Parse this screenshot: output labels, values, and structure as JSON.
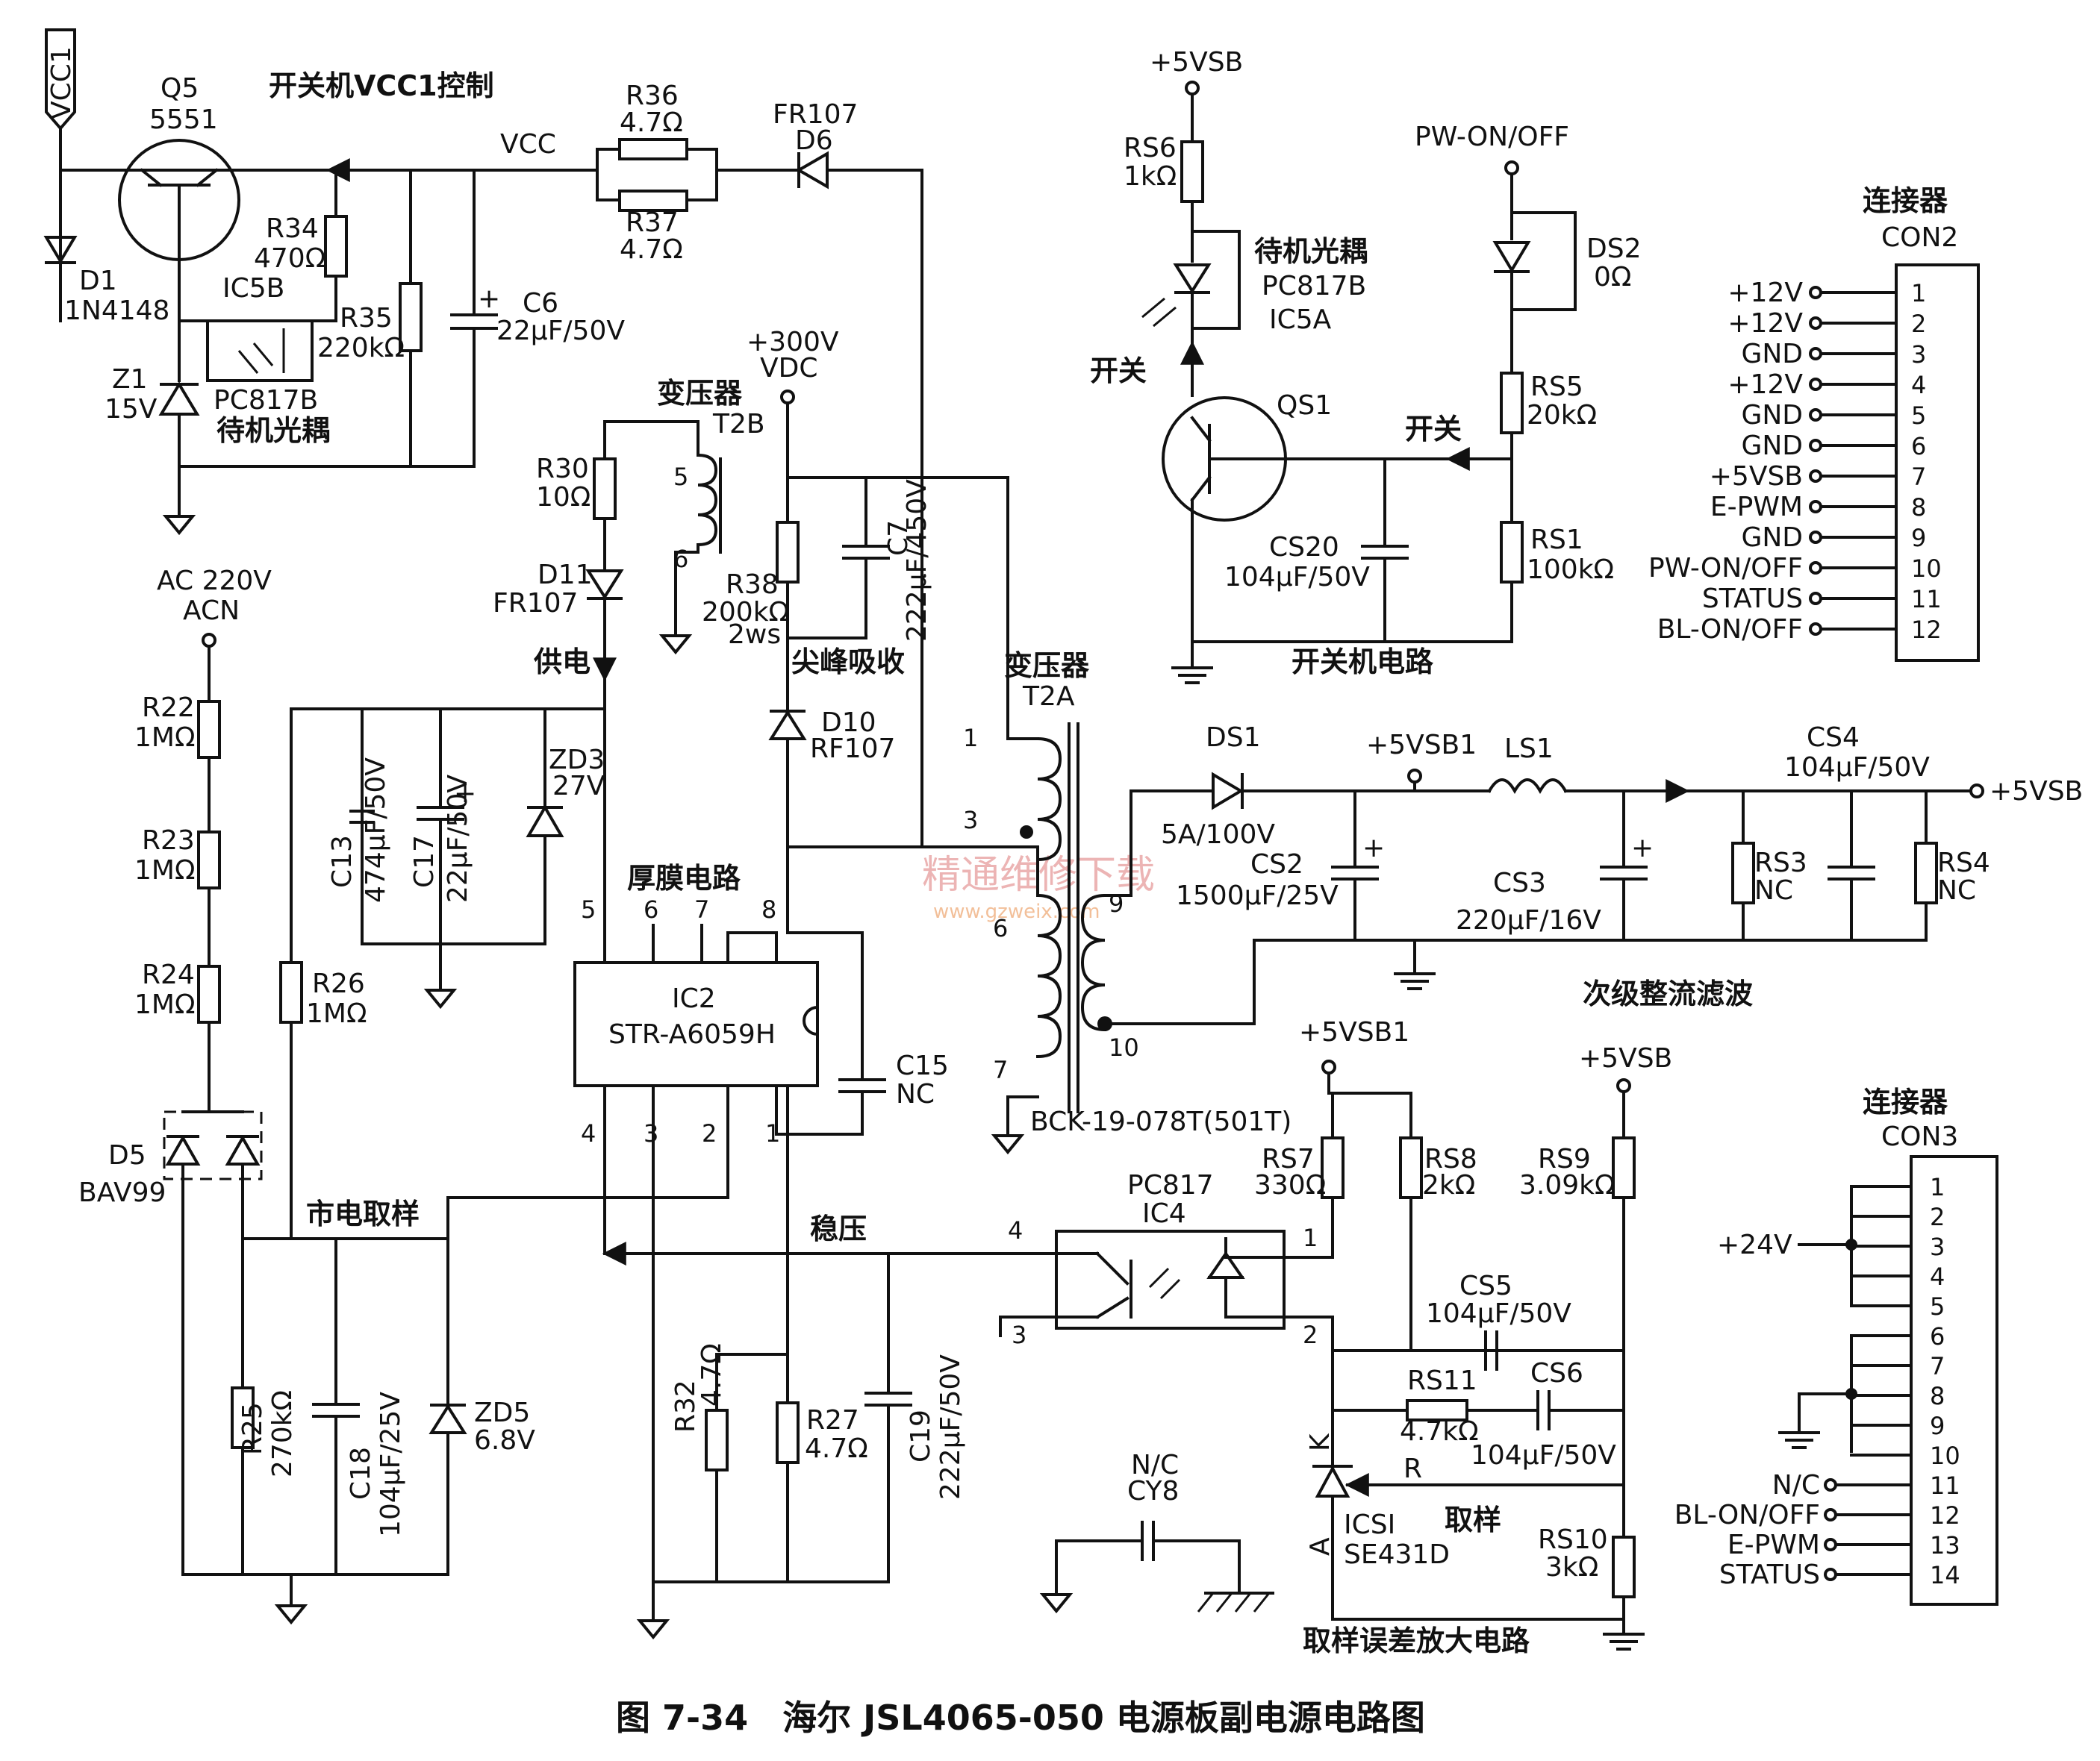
{
  "caption": "图 7-34　海尔 JSL4065-050 电源板副电源电路图",
  "watermark": {
    "line1": "精通维修下载",
    "line2": "www.gzweix.com"
  },
  "sections": {
    "vcc1_control": "开关机VCC1控制",
    "switch_circuit": "开关机电路",
    "secondary_filter": "次级整流滤波",
    "error_amp": "取样误差放大电路",
    "thick_film": "厚膜电路",
    "spike": "尖峰吸收",
    "power_supply": "供电",
    "mains_sample": "市电取样",
    "regulation": "稳压",
    "sampling": "取样"
  },
  "nets": {
    "vcc1": "VCC1",
    "vcc": "VCC",
    "vsb": "+5VSB",
    "vsb1": "+5VSB1",
    "pwonoff": "PW-ON/OFF",
    "hv1": "+300V",
    "hv2": "VDC",
    "ac1": "AC 220V",
    "ac2": "ACN",
    "v24": "+24V",
    "v5out": "+5VSB",
    "nc": "N/C"
  },
  "components": {
    "Q5": [
      "Q5",
      "5551"
    ],
    "R36": [
      "R36",
      "4.7Ω"
    ],
    "R37": [
      "R37",
      "4.7Ω"
    ],
    "D6": [
      "FR107",
      "D6"
    ],
    "R34": [
      "R34",
      "470Ω"
    ],
    "D1": [
      "D1",
      "1N4148"
    ],
    "IC5B": [
      "IC5B",
      "PC817B",
      "待机光耦"
    ],
    "R35": [
      "R35",
      "220kΩ"
    ],
    "C6": [
      "C6",
      "22μF/50V"
    ],
    "Z1": [
      "Z1",
      "15V"
    ],
    "RS6": [
      "RS6",
      "1kΩ"
    ],
    "IC5A": [
      "待机光耦",
      "PC817B",
      "IC5A"
    ],
    "QS1": [
      "QS1"
    ],
    "DS2": [
      "DS2",
      "0Ω"
    ],
    "RS5": [
      "RS5",
      "20kΩ"
    ],
    "RS1": [
      "RS1",
      "100kΩ"
    ],
    "CS20": [
      "CS20",
      "104μF/50V"
    ],
    "switch_label": "开关",
    "T2B": [
      "变压器",
      "T2B"
    ],
    "R30": [
      "R30",
      "10Ω"
    ],
    "D11": [
      "D11",
      "FR107"
    ],
    "R38": [
      "R38",
      "200kΩ",
      "2ws"
    ],
    "C7": [
      "C7",
      "222μF/450V"
    ],
    "D10": [
      "D10",
      "RF107"
    ],
    "T2A": [
      "变压器",
      "T2A"
    ],
    "T2A_model": "BCK-19-078T(501T)",
    "C13": [
      "C13",
      "474μF/50V"
    ],
    "C17": [
      "C17",
      "22μF/50V"
    ],
    "ZD3": [
      "ZD3",
      "27V"
    ],
    "IC2": [
      "IC2",
      "STR-A6059H"
    ],
    "C15": [
      "C15",
      "NC"
    ],
    "R22": [
      "R22",
      "1MΩ"
    ],
    "R23": [
      "R23",
      "1MΩ"
    ],
    "R24": [
      "R24",
      "1MΩ"
    ],
    "R26": [
      "R26",
      "1MΩ"
    ],
    "D5": [
      "D5",
      "BAV99"
    ],
    "R25": [
      "R25",
      "270kΩ"
    ],
    "C18": [
      "C18",
      "104μF/25V"
    ],
    "ZD5": [
      "ZD5",
      "6.8V"
    ],
    "R32": [
      "R32",
      "4.7Ω"
    ],
    "R27": [
      "R27",
      "4.7Ω"
    ],
    "C19": [
      "C19",
      "222μF/50V"
    ],
    "CY8": [
      "N/C",
      "CY8"
    ],
    "DS1": [
      "DS1",
      "5A/100V"
    ],
    "LS1": [
      "LS1"
    ],
    "CS2": [
      "CS2",
      "1500μF/25V"
    ],
    "CS3": [
      "CS3",
      "220μF/16V"
    ],
    "CS4": [
      "CS4",
      "104μF/50V"
    ],
    "RS3": [
      "RS3",
      "NC"
    ],
    "RS4": [
      "RS4",
      "NC"
    ],
    "RS7": [
      "RS7",
      "330Ω"
    ],
    "RS8": [
      "RS8",
      "2kΩ"
    ],
    "RS9": [
      "RS9",
      "3.09kΩ"
    ],
    "IC4": [
      "PC817",
      "IC4"
    ],
    "CS5": [
      "CS5",
      "104μF/50V"
    ],
    "RS11": [
      "RS11",
      "4.7kΩ"
    ],
    "CS6": [
      "CS6",
      "104μF/50V"
    ],
    "ICS1": [
      "ICSI",
      "SE431D"
    ],
    "RS10": [
      "RS10",
      "3kΩ"
    ],
    "ics1_pins": [
      "K",
      "R",
      "A"
    ]
  },
  "con2": {
    "title": [
      "连接器",
      "CON2"
    ],
    "pins": [
      {
        "n": "1",
        "s": "+12V"
      },
      {
        "n": "2",
        "s": "+12V"
      },
      {
        "n": "3",
        "s": "GND"
      },
      {
        "n": "4",
        "s": "+12V"
      },
      {
        "n": "5",
        "s": "GND"
      },
      {
        "n": "6",
        "s": "GND"
      },
      {
        "n": "7",
        "s": "+5VSB"
      },
      {
        "n": "8",
        "s": "E-PWM"
      },
      {
        "n": "9",
        "s": "GND"
      },
      {
        "n": "10",
        "s": "PW-ON/OFF"
      },
      {
        "n": "11",
        "s": "STATUS"
      },
      {
        "n": "12",
        "s": "BL-ON/OFF"
      }
    ]
  },
  "con3": {
    "title": [
      "连接器",
      "CON3"
    ],
    "pins": [
      "1",
      "2",
      "3",
      "4",
      "5",
      "6",
      "7",
      "8",
      "9",
      "10",
      "11",
      "12",
      "13",
      "14"
    ],
    "signals": [
      {
        "pin": "11",
        "s": "N/C"
      },
      {
        "pin": "12",
        "s": "BL-ON/OFF"
      },
      {
        "pin": "13",
        "s": "E-PWM"
      },
      {
        "pin": "14",
        "s": "STATUS"
      }
    ]
  },
  "pins": {
    "ic2": [
      "5",
      "6",
      "7",
      "8",
      "4",
      "3",
      "2",
      "1"
    ],
    "t2b": [
      "5",
      "6"
    ],
    "t2a": [
      "1",
      "3",
      "6",
      "7",
      "9",
      "10"
    ],
    "ic4": [
      "4",
      "3",
      "1",
      "2"
    ]
  }
}
